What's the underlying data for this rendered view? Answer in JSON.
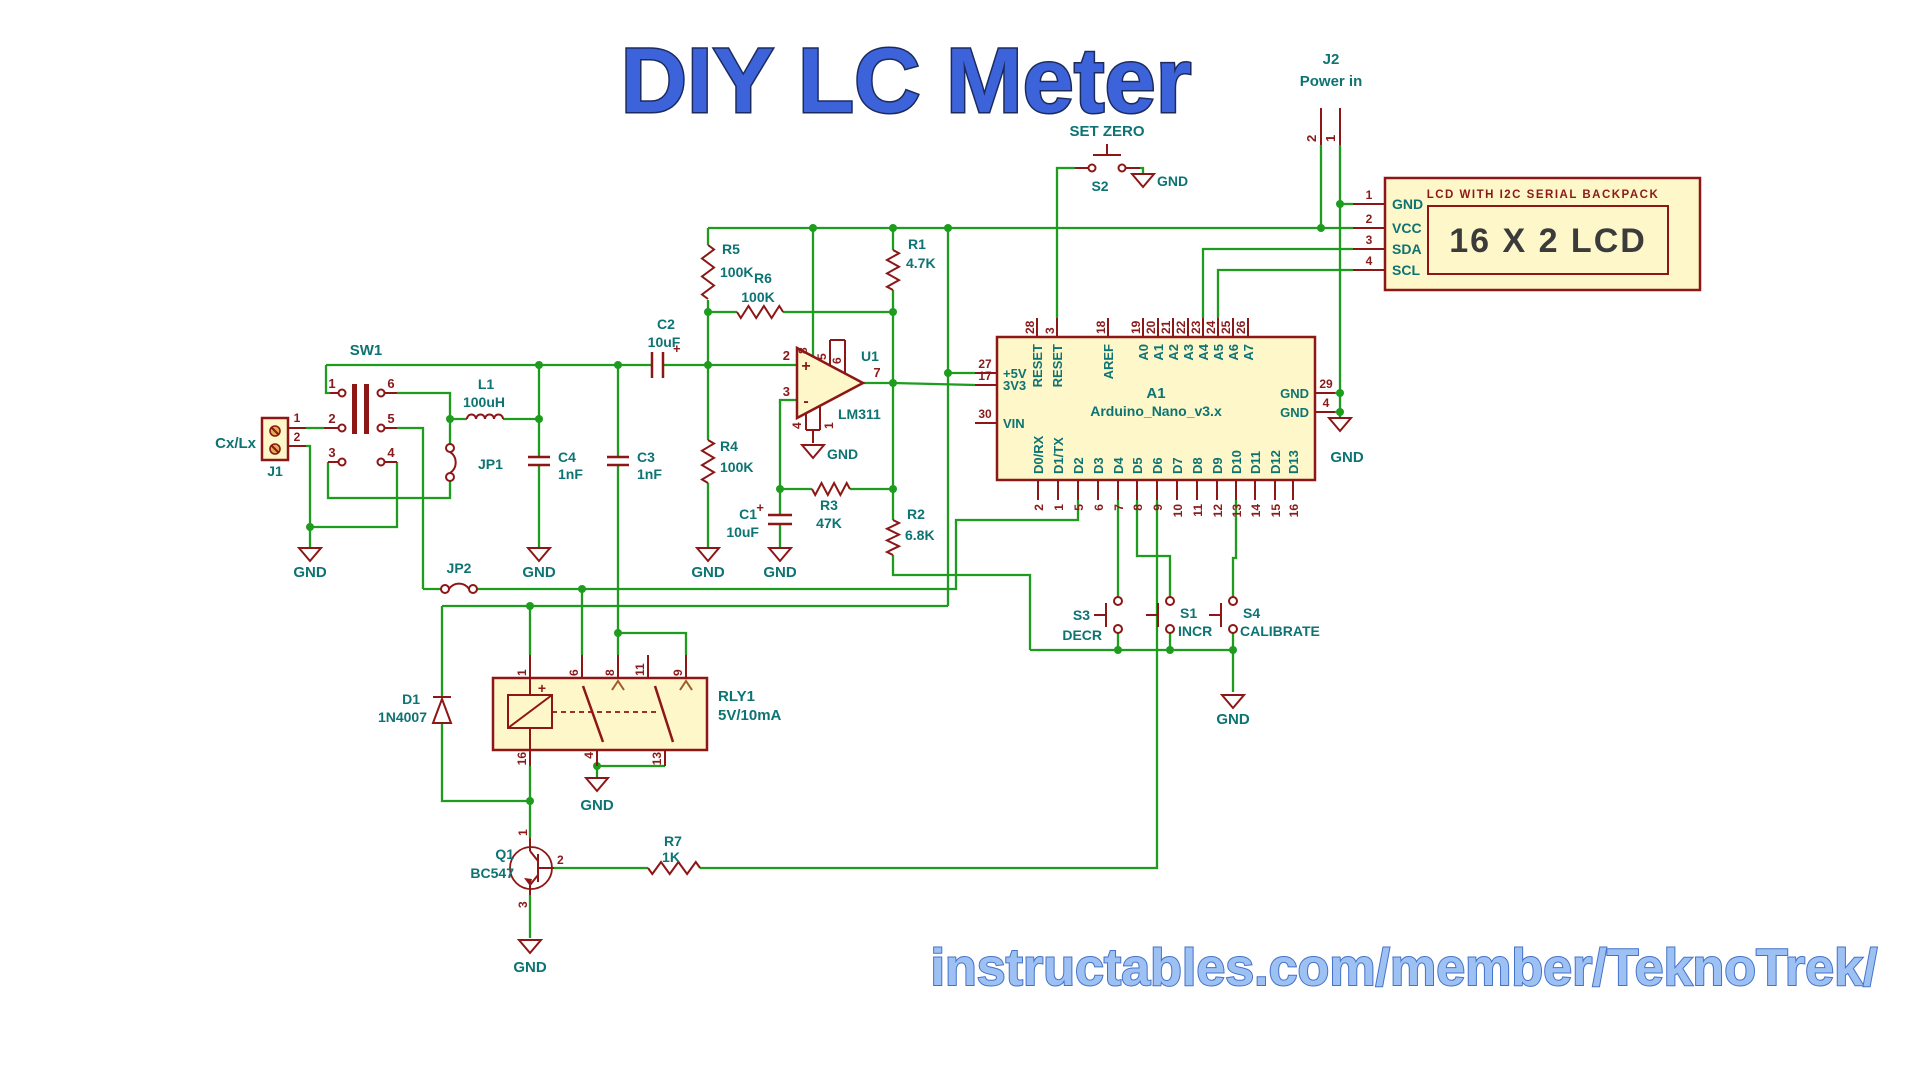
{
  "title": "DIY LC Meter",
  "watermark": "instructables.com/member/TeknoTrek/",
  "gnd": "GND",
  "j1": {
    "ref": "J1",
    "desc": "Cx/Lx",
    "p1": "1",
    "p2": "2"
  },
  "j2": {
    "ref": "J2",
    "label": "Power in",
    "p1": "1",
    "p2": "2"
  },
  "sw1": {
    "ref": "SW1",
    "p1": "1",
    "p2": "2",
    "p3": "3",
    "p4": "4",
    "p5": "5",
    "p6": "6"
  },
  "l1": {
    "ref": "L1",
    "value": "100uH"
  },
  "jp1": {
    "ref": "JP1"
  },
  "jp2": {
    "ref": "JP2"
  },
  "c1": {
    "ref": "C1",
    "value": "10uF",
    "plus": "+"
  },
  "c2": {
    "ref": "C2",
    "value": "10uF",
    "plus": "+"
  },
  "c3": {
    "ref": "C3",
    "value": "1nF"
  },
  "c4": {
    "ref": "C4",
    "value": "1nF"
  },
  "r1": {
    "ref": "R1",
    "value": "4.7K"
  },
  "r2": {
    "ref": "R2",
    "value": "6.8K"
  },
  "r3": {
    "ref": "R3",
    "value": "47K"
  },
  "r4": {
    "ref": "R4",
    "value": "100K"
  },
  "r5": {
    "ref": "R5",
    "value": "100K"
  },
  "r6": {
    "ref": "R6",
    "value": "100K"
  },
  "r7": {
    "ref": "R7",
    "value": "1K"
  },
  "d1": {
    "ref": "D1",
    "value": "1N4007"
  },
  "q1": {
    "ref": "Q1",
    "value": "BC547",
    "p1": "1",
    "p2": "2",
    "p3": "3"
  },
  "u1": {
    "ref": "U1",
    "value": "LM311",
    "p2": "2",
    "p3": "3",
    "p7": "7",
    "p8": "8",
    "p5": "5",
    "p6": "6",
    "p1": "1",
    "p4": "4",
    "plus": "+",
    "minus": "-"
  },
  "rly1": {
    "ref": "RLY1",
    "value": "5V/10mA",
    "p1": "1",
    "p6": "6",
    "p8": "8",
    "p11": "11",
    "p9": "9",
    "p16": "16",
    "p4": "4",
    "p13": "13",
    "plus": "+"
  },
  "s2": {
    "ref": "S2",
    "label": "SET ZERO"
  },
  "s3": {
    "ref": "S3",
    "label": "DECR"
  },
  "s1": {
    "ref": "S1",
    "label": "INCR"
  },
  "s4": {
    "ref": "S4",
    "label": "CALIBRATE"
  },
  "lcd": {
    "header": "LCD WITH I2C SERIAL BACKPACK",
    "display": "16 X 2 LCD",
    "p1": "1",
    "p2": "2",
    "p3": "3",
    "p4": "4",
    "gnd": "GND",
    "vcc": "VCC",
    "sda": "SDA",
    "scl": "SCL"
  },
  "arduino": {
    "ref": "A1",
    "value": "Arduino_Nano_v3.x",
    "left": [
      {
        "n": "27",
        "l": "+5V"
      },
      {
        "n": "17",
        "l": "3V3"
      },
      {
        "n": "30",
        "l": "VIN"
      }
    ],
    "right": [
      {
        "n": "29",
        "l": "GND"
      },
      {
        "n": "4",
        "l": "GND"
      }
    ],
    "top": [
      {
        "n": "28",
        "l": "RESET"
      },
      {
        "n": "3",
        "l": "RESET"
      },
      {
        "n": "18",
        "l": "AREF"
      },
      {
        "n": "19",
        "l": "A0"
      },
      {
        "n": "20",
        "l": "A1"
      },
      {
        "n": "21",
        "l": "A2"
      },
      {
        "n": "22",
        "l": "A3"
      },
      {
        "n": "23",
        "l": "A4"
      },
      {
        "n": "24",
        "l": "A5"
      },
      {
        "n": "25",
        "l": "A6"
      },
      {
        "n": "26",
        "l": "A7"
      }
    ],
    "bottom": [
      {
        "n": "2",
        "l": "D0/RX"
      },
      {
        "n": "1",
        "l": "D1/TX"
      },
      {
        "n": "5",
        "l": "D2"
      },
      {
        "n": "6",
        "l": "D3"
      },
      {
        "n": "7",
        "l": "D4"
      },
      {
        "n": "8",
        "l": "D5"
      },
      {
        "n": "9",
        "l": "D6"
      },
      {
        "n": "10",
        "l": "D7"
      },
      {
        "n": "11",
        "l": "D8"
      },
      {
        "n": "12",
        "l": "D9"
      },
      {
        "n": "13",
        "l": "D10"
      },
      {
        "n": "14",
        "l": "D11"
      },
      {
        "n": "15",
        "l": "D12"
      },
      {
        "n": "16",
        "l": "D13"
      }
    ]
  },
  "colors": {
    "wire": "#1e9c1e",
    "symbol": "#8d1616",
    "label": "#0d7373",
    "pin_number": "#8b1a1a",
    "component_fill": "#fdf7c9",
    "title": "#3c63d9",
    "watermark": "#9dc1f2",
    "lcd_text": "#3b3b3b"
  }
}
